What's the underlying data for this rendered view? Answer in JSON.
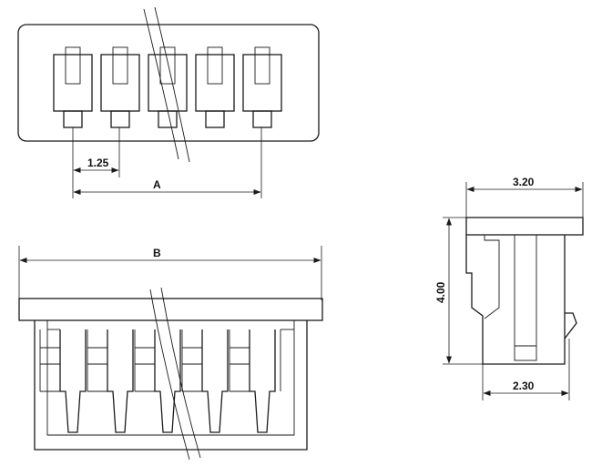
{
  "dimensions": {
    "pitch": "1.25",
    "a": "A",
    "b": "B",
    "width": "3.20",
    "height": "4.00",
    "depth": "2.30"
  },
  "views": {
    "pin_count": 5
  },
  "colors": {
    "line": "#1a1a1a",
    "background": "#ffffff"
  }
}
